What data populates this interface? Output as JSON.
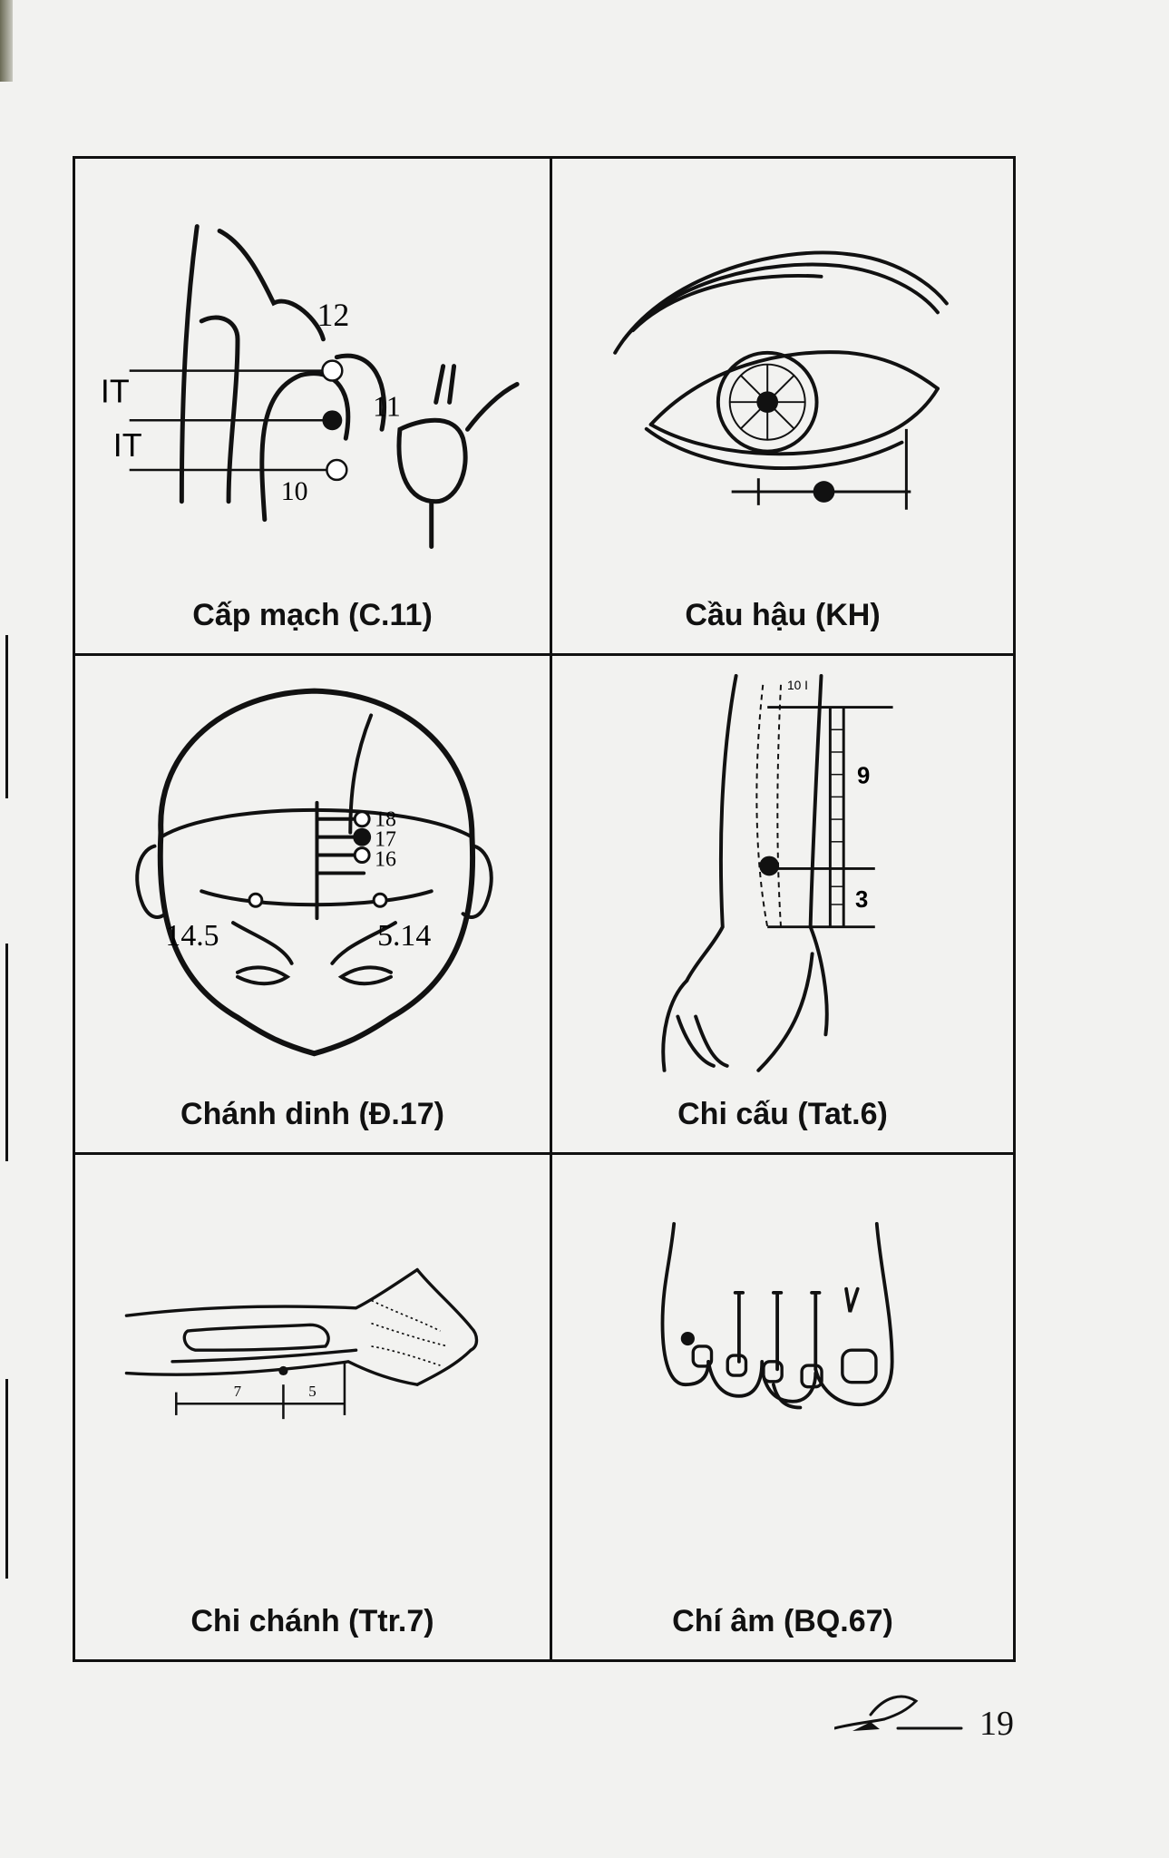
{
  "cells": [
    {
      "caption": "Cấp mạch (C.11)",
      "labels": {
        "a": "12",
        "b": "11",
        "c": "IT",
        "d": "IT",
        "e": "10"
      }
    },
    {
      "caption": "Cầu hậu (KH)"
    },
    {
      "caption": "Chánh dinh (Đ.17)",
      "labels": {
        "a": "18",
        "b": "17",
        "c": "16",
        "d": "14.5",
        "e": "5.14"
      }
    },
    {
      "caption": "Chi cấu (Tat.6)",
      "labels": {
        "a": "9",
        "b": "3",
        "c": "10 I"
      }
    },
    {
      "caption": "Chi chánh (Ttr.7)",
      "labels": {
        "a": "7",
        "b": "5"
      }
    },
    {
      "caption": "Chí âm (BQ.67)"
    }
  ],
  "page_number": "19"
}
